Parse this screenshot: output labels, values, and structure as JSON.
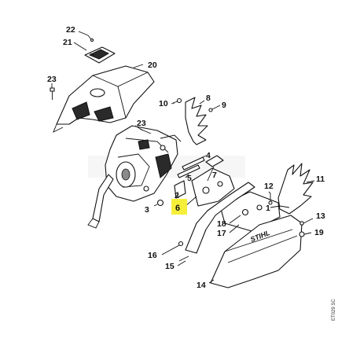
{
  "labels": {
    "l22": "22",
    "l21": "21",
    "l20": "20",
    "l23a": "23",
    "l23b": "23",
    "l10": "10",
    "l8": "8",
    "l9": "9",
    "l4": "4",
    "l5": "5",
    "l2": "2",
    "l3": "3",
    "l6": "6",
    "l7": "7",
    "l11": "11",
    "l12": "12",
    "l1": "1",
    "l13": "13",
    "l17": "17",
    "l18": "18",
    "l19": "19",
    "l16": "16",
    "l15": "15",
    "l14": "14"
  },
  "brand_text": "STIHL",
  "figure_code": "ET029 SC",
  "highlight_color": "#f6ef3a"
}
